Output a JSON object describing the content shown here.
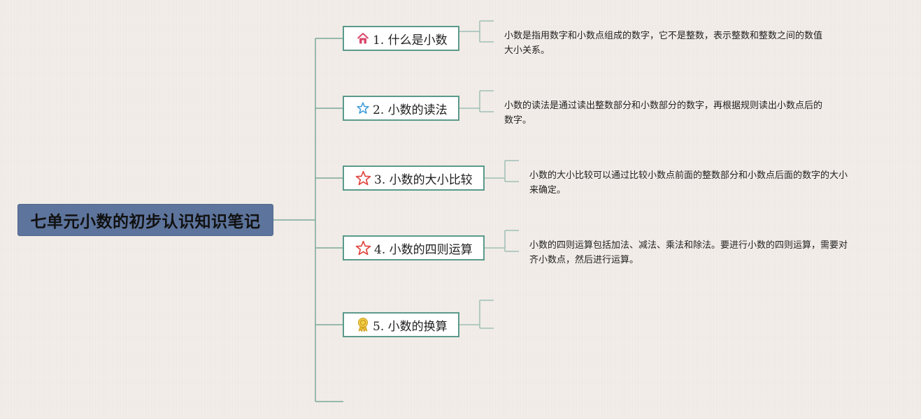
{
  "root": {
    "title": "七单元小数的初步认识知识笔记"
  },
  "topics": [
    {
      "label": "1. 什么是小数",
      "icon": "home-icon",
      "icon_color": "#d9476b",
      "note_lines": [
        "小数是指用数字和小数点组成的数字，它不是整数，表示整数和整数之间的数值",
        "大小关系。"
      ]
    },
    {
      "label": "2. 小数的读法",
      "icon": "star-outline-icon",
      "icon_color": "#3a9ad9",
      "note_lines": [
        "小数的读法是通过读出整数部分和小数部分的数字，再根据规则读出小数点后的",
        "数字。"
      ]
    },
    {
      "label": "3. 小数的大小比较",
      "icon": "star-outline-icon",
      "icon_color": "#e0443e",
      "note_lines": [
        "小数的大小比较可以通过比较小数点前面的整数部分和小数点后面的数字的大小",
        "来确定。"
      ]
    },
    {
      "label": "4. 小数的四则运算",
      "icon": "star-outline-icon",
      "icon_color": "#e0443e",
      "note_lines": [
        "小数的四则运算包括加法、减法、乘法和除法。要进行小数的四则运算，需要对",
        "齐小数点，然后进行运算。"
      ]
    },
    {
      "label": "5. 小数的换算",
      "icon": "award-icon",
      "icon_color": "#e6b82e",
      "note_lines": []
    }
  ],
  "colors": {
    "background": "#f1ece7",
    "root_fill": "#5d749c",
    "topic_border": "#5b9a8b",
    "connector": "#7aa89b",
    "note_bracket": "#9fc0b6"
  }
}
